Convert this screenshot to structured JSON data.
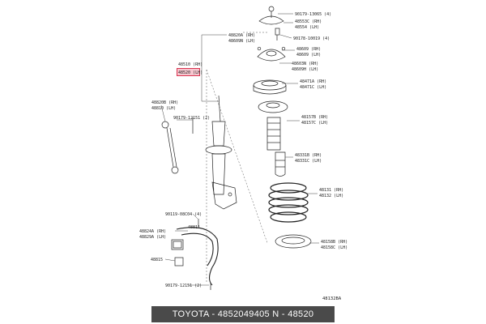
{
  "labels": {
    "l90179_13065": "90179-13065 (4)",
    "l48553C": "48553C (RH)",
    "l48554": "48554   (LH)",
    "l90178_10019": "90178-10019 (4)",
    "l48609_rh": "48609 (RH)",
    "l48609_lh": "48609 (LH)",
    "l48603N": "48603N (RH)",
    "l48609H": "48609H (LH)",
    "l48471A": "48471A (RH)",
    "l48471C": "48471C (LH)",
    "l48157B": "48157B (RH)",
    "l48157C": "48157C (LH)",
    "l48331B": "48331B (RH)",
    "l48331C": "48331C (LH)",
    "l48131": "48131 (RH)",
    "l48132": "48132 (LH)",
    "l48158B": "48158B (RH)",
    "l48158C": "48158C (LH)",
    "l48820A": "48820A (RH)",
    "l48609N": "48609N (LH)",
    "l48510": "48510 (RH)",
    "l48520": "48520 (LH)",
    "l48820B": "48820B (RH)",
    "l48810": "48810 (LH)",
    "l90179_12151a": "90179-12151 (2)",
    "l90119": "90119-08C04 (4)",
    "l48811": "48811",
    "l48824A": "48824A (RH)",
    "l48829A": "48829A (LH)",
    "l48815": "48815",
    "l90179_12151b": "90179-12151 (2)"
  },
  "diagram_ref": "48132BA",
  "footer_text": "TOYOTA - 4852049405    N - 48520",
  "colors": {
    "highlight_fill": "#f7c6cf",
    "highlight_border": "#d9334f",
    "footer_bg": "#4a4a4a"
  }
}
